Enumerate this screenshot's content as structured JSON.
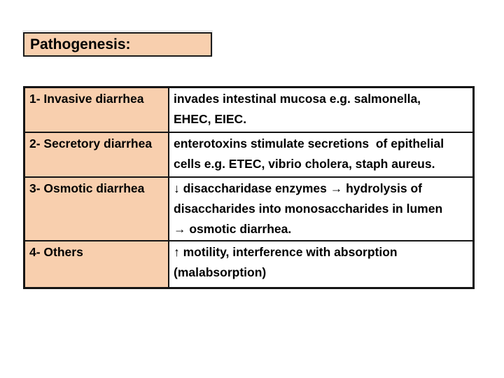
{
  "slide": {
    "title": "Pathogenesis:"
  },
  "table": {
    "rows": [
      {
        "label": "1- Invasive diarrhea",
        "description": "invades intestinal mucosa e.g. salmonella,\nEHEC, EIEC."
      },
      {
        "label": "2- Secretory diarrhea",
        "description": "enterotoxins stimulate secretions  of epithelial\ncells e.g. ETEC, vibrio cholera, staph aureus."
      },
      {
        "label": "3- Osmotic diarrhea",
        "description": "↓ disaccharidase enzymes → hydrolysis of\ndisaccharides into monosaccharides in lumen\n→ osmotic diarrhea."
      },
      {
        "label": "4- Others",
        "description": "↑ motility, interference with absorption\n(malabsorption)"
      }
    ]
  },
  "colors": {
    "cell_fill": "#f8cfae",
    "border": "#151515",
    "text": "#000000",
    "background": "#ffffff"
  }
}
